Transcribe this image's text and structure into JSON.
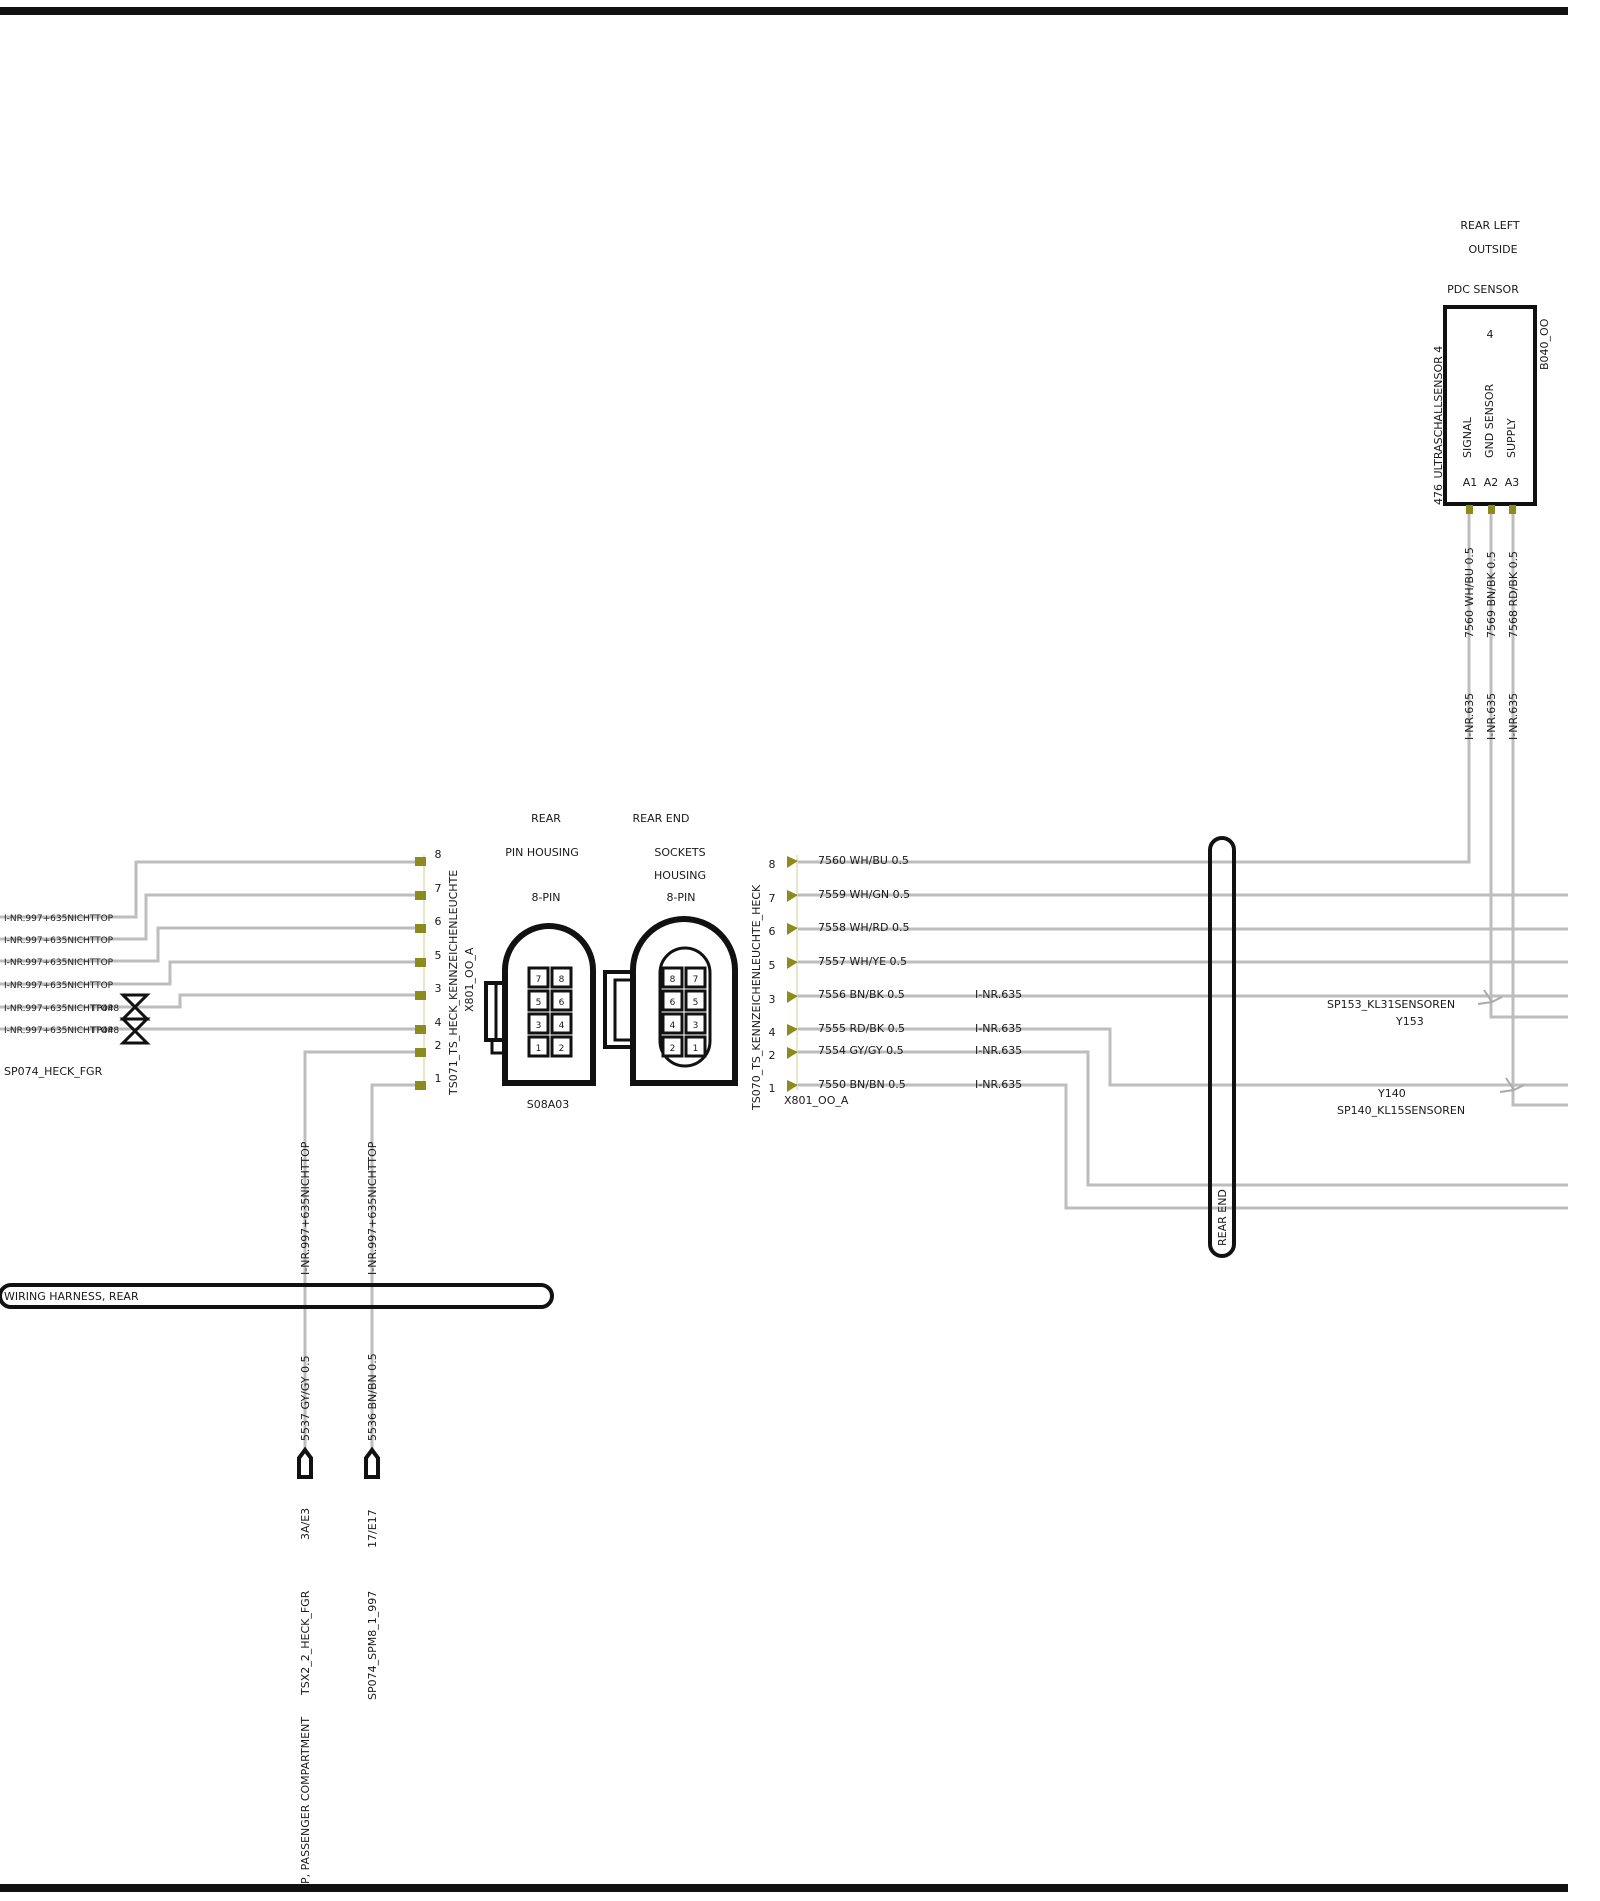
{
  "colors": {
    "wire": "#bdbdbd",
    "pin": "#8c8c1e",
    "frame": "#111111"
  },
  "sensor": {
    "title1": "REAR LEFT",
    "title2": "OUTSIDE",
    "title3": "PDC SENSOR",
    "ref": "B040_OO",
    "side": "476_ULTRASCHALLSENSOR 4",
    "num": "4",
    "pin_names": [
      "SIGNAL",
      "GND SENSOR",
      "SUPPLY"
    ],
    "pin_ids": [
      "A1",
      "A2",
      "A3"
    ],
    "wires": [
      "7560 WH/BU 0.5",
      "7569 BN/BK 0.5",
      "7568 RD/BK 0.5"
    ],
    "inr": "I-NR.635"
  },
  "left_conn": {
    "name": "TS071_TS_HECK_KENNZEICHENLEUCHTE",
    "ref": "X801_OO_A",
    "pins": [
      "8",
      "7",
      "6",
      "5",
      "3",
      "4",
      "2",
      "1"
    ]
  },
  "left_wires": {
    "labels": [
      "I-NR.997+635NICHTTOP",
      "I-NR.997+635NICHTTOP",
      "I-NR.997+635NICHTTOP",
      "I-NR.997+635NICHTTOP",
      "I-NR.997+635NICHTTOP",
      "I-NR.997+635NICHTTOP"
    ],
    "tp": [
      "TP448",
      "TP448"
    ],
    "bottom": "SP074_HECK_FGR"
  },
  "center": {
    "a1": "REAR",
    "a2": "PIN HOUSING",
    "a3": "8-PIN",
    "b1": "REAR END",
    "b2": "SOCKETS",
    "b3": "HOUSING",
    "b4": "8-PIN",
    "ref": "S08A03",
    "cells_a": [
      "7",
      "8",
      "5",
      "6",
      "3",
      "4",
      "1",
      "2"
    ],
    "cells_b": [
      "8",
      "7",
      "6",
      "5",
      "4",
      "3",
      "2",
      "1"
    ]
  },
  "right_conn": {
    "name": "TS070_TS_KENNZEICHENLEUCHTE_HECK",
    "ref": "X801_OO_A",
    "pins": [
      "8",
      "7",
      "6",
      "5",
      "3",
      "4",
      "2",
      "1"
    ],
    "wires": [
      "7560 WH/BU 0.5",
      "7559 WH/GN 0.5",
      "7558 WH/RD 0.5",
      "7557 WH/YE 0.5",
      "7556 BN/BK 0.5",
      "7555 RD/BK 0.5",
      "7554 GY/GY 0.5",
      "7550 BN/BN 0.5"
    ],
    "inr": [
      "I-NR.635",
      "I-NR.635",
      "I-NR.635",
      "I-NR.635"
    ]
  },
  "splices": {
    "s1": "SP153_KL31SENSOREN",
    "s1b": "Y153",
    "s2": "Y140",
    "s2b": "SP140_KL15SENSOREN"
  },
  "rear_end": "REAR END",
  "harness": "WIRING HARNESS, REAR",
  "verticals": {
    "v1_top": "I-NR.997+635NICHTTOP",
    "v1_wire": "5537 GY/GY 0.5",
    "v1_loc": "3A/E3",
    "v1_ref": "TSX2_2_HECK_FGR",
    "v1_bottom": "P, PASSENGER COMPARTMENT",
    "v2_top": "I-NR.997+635NICHTTOP",
    "v2_wire": "5536 BN/BN 0.5",
    "v2_loc": "17/E17",
    "v2_ref": "SP074_SPM8_1_997"
  }
}
